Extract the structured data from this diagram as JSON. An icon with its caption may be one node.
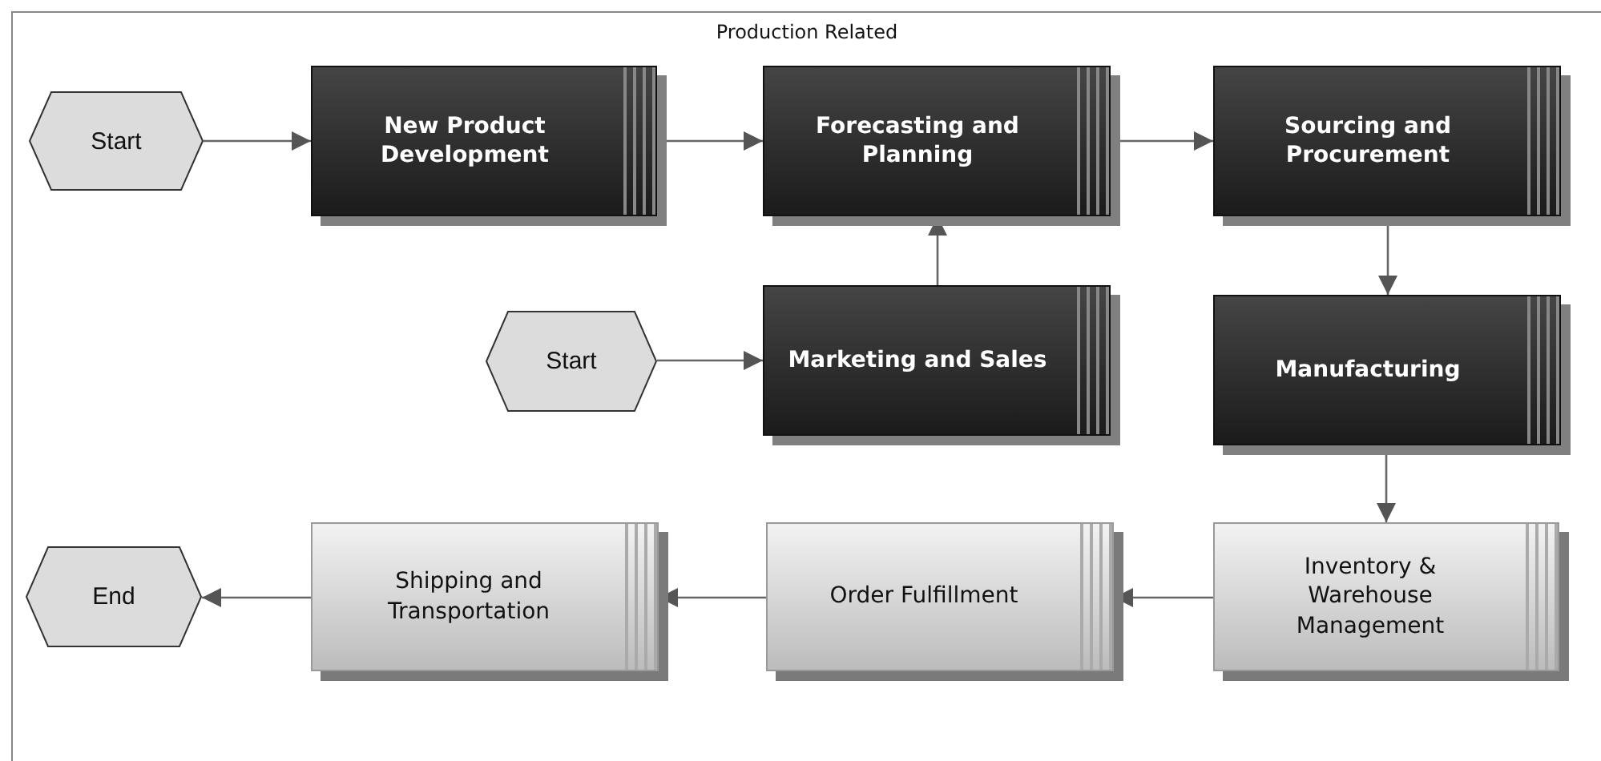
{
  "diagram": {
    "nodes": [
      {
        "text": [
          "Production Related"
        ]
      },
      {
        "text": [
          "Start"
        ],
        "in": 0
      },
      {
        "text": [
          "New Product Development"
        ],
        "in": 0
      },
      {
        "text": [
          "Forecasting and Planning"
        ],
        "in": 0
      },
      {
        "text": [
          "Sourcing and Procurement"
        ],
        "in": 0
      },
      {
        "text": [
          "Start"
        ],
        "in": 0
      },
      {
        "text": [
          "Marketing and Sales"
        ],
        "in": 0
      },
      {
        "text": [
          "Manufacturing"
        ],
        "in": 0
      },
      {
        "text": [
          "Shipping and Transportation"
        ],
        "in": 0
      },
      {
        "text": [
          "Order Fulfillment"
        ],
        "in": 0
      },
      {
        "text": [
          "Inventory & Warehouse Management"
        ],
        "in": 0
      },
      {
        "text": [
          "End"
        ],
        "in": 0
      }
    ],
    "edges": [
      {
        "from": 1,
        "to": 2,
        "arrow": "to"
      },
      {
        "from": 2,
        "to": 3,
        "arrow": "to"
      },
      {
        "from": 3,
        "to": 4,
        "arrow": "to"
      },
      {
        "from": 5,
        "to": 6,
        "arrow": "to"
      },
      {
        "from": 6,
        "to": 3,
        "arrow": "to"
      },
      {
        "from": 4,
        "to": 7,
        "arrow": "to"
      },
      {
        "from": 7,
        "to": 10,
        "arrow": "to"
      },
      {
        "from": 10,
        "to": 9,
        "arrow": "to"
      },
      {
        "from": 9,
        "to": 8,
        "arrow": "to"
      },
      {
        "from": 8,
        "to": 11,
        "arrow": "to"
      }
    ]
  }
}
